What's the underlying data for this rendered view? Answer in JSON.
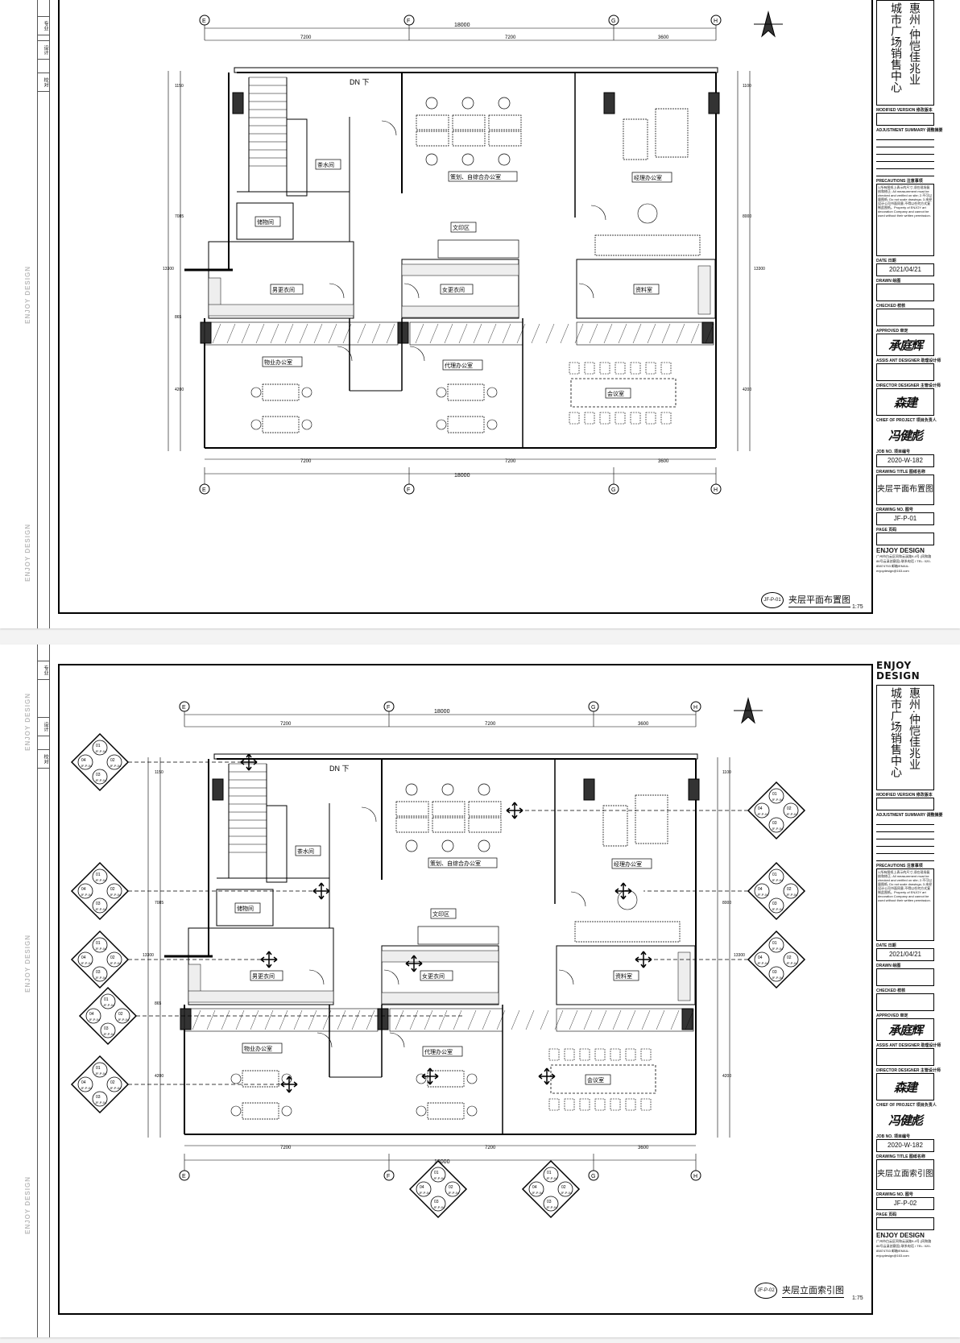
{
  "project": {
    "name_col1": "城市广场销售中心",
    "name_col2": "惠州·仲恺佳兆业"
  },
  "titleblock": {
    "modified_version": "MODIFIED VERSION 修改版本",
    "adjustment": "ADJUSTMENT SUMMARY 调整摘要",
    "precautions": "PRECAUTIONS 注意事项",
    "precautions_text": "1.所有图纸上表示的尺寸,须在现场复核和修正; All measurement must be checked and verified on site; 2.不可以量图纸; Do not scale drawings; 3.未经设计公司书面同意,不得以任何方式复制此图纸。Property of ENJOY art decoration Company and cannot be used without their written permission.",
    "date_label": "DATE 日期",
    "date": "2021/04/21",
    "drawn": "DRAWN 绘图",
    "checked": "CHECKED 校核",
    "approved": "APPROVED 审定",
    "assist": "ASSIS ANT DESIGNER 助理设计师",
    "director": "DIRECTOR DESIGNER 主管设计师",
    "chief": "CHIEF OF PROJECT 项目负责人",
    "job_label": "JOB NO. 项目编号",
    "job_no": "2020-W-182",
    "drawing_title_label": "DRAWING TITLE 图纸名称",
    "drawing_no_label": "DRAWING NO. 图号",
    "page_label": "PAGE 页码",
    "company": "ENJOY DESIGN",
    "address": "广州市白云区同和云溪路9-4号 (同和路86号云溪创意园) 联系电话 / TEL: 020-85874753 邮箱/EMAIL: enjoydesign@163.com",
    "logo_line1": "ENJOY",
    "logo_line2": "DESIGN",
    "sig1": "承庭辉",
    "sig2": "森建",
    "sig3": "冯健彪"
  },
  "sheets": [
    {
      "title": "夹层平面布置图",
      "drawing_no": "JF-P-01",
      "ref": "JF-P-01",
      "scale": "1:75"
    },
    {
      "title": "夹层立面索引图",
      "drawing_no": "JF-P-02",
      "ref": "JF-P-02",
      "scale": "1:75"
    }
  ],
  "grid": {
    "axes": [
      "E",
      "F",
      "G",
      "H"
    ],
    "top_dims": [
      "7200",
      "7200",
      "3600"
    ],
    "total": "18000",
    "left_dims": [
      "1150",
      "7085",
      "865",
      "4200"
    ],
    "left_total": "13300",
    "right_dims": [
      "1100",
      "8000",
      "4200"
    ],
    "right_total": "13300"
  },
  "rooms": {
    "stair": "DN 下",
    "tea": "茶水间",
    "storage": "储物间",
    "planning": "策划、自综合办公室",
    "manager": "经理办公室",
    "print": "文印区",
    "men": "男更衣间",
    "women": "女更衣间",
    "archive": "资料室",
    "property": "物业办公室",
    "agent": "代理办公室",
    "meeting": "会议室"
  },
  "elev_index": {
    "labels": [
      "01",
      "02",
      "03",
      "04"
    ],
    "ref": "JF-P-04"
  },
  "left_strip": [
    "专业",
    "设计",
    "校对"
  ],
  "watermark": "ENJOY DESIGN"
}
